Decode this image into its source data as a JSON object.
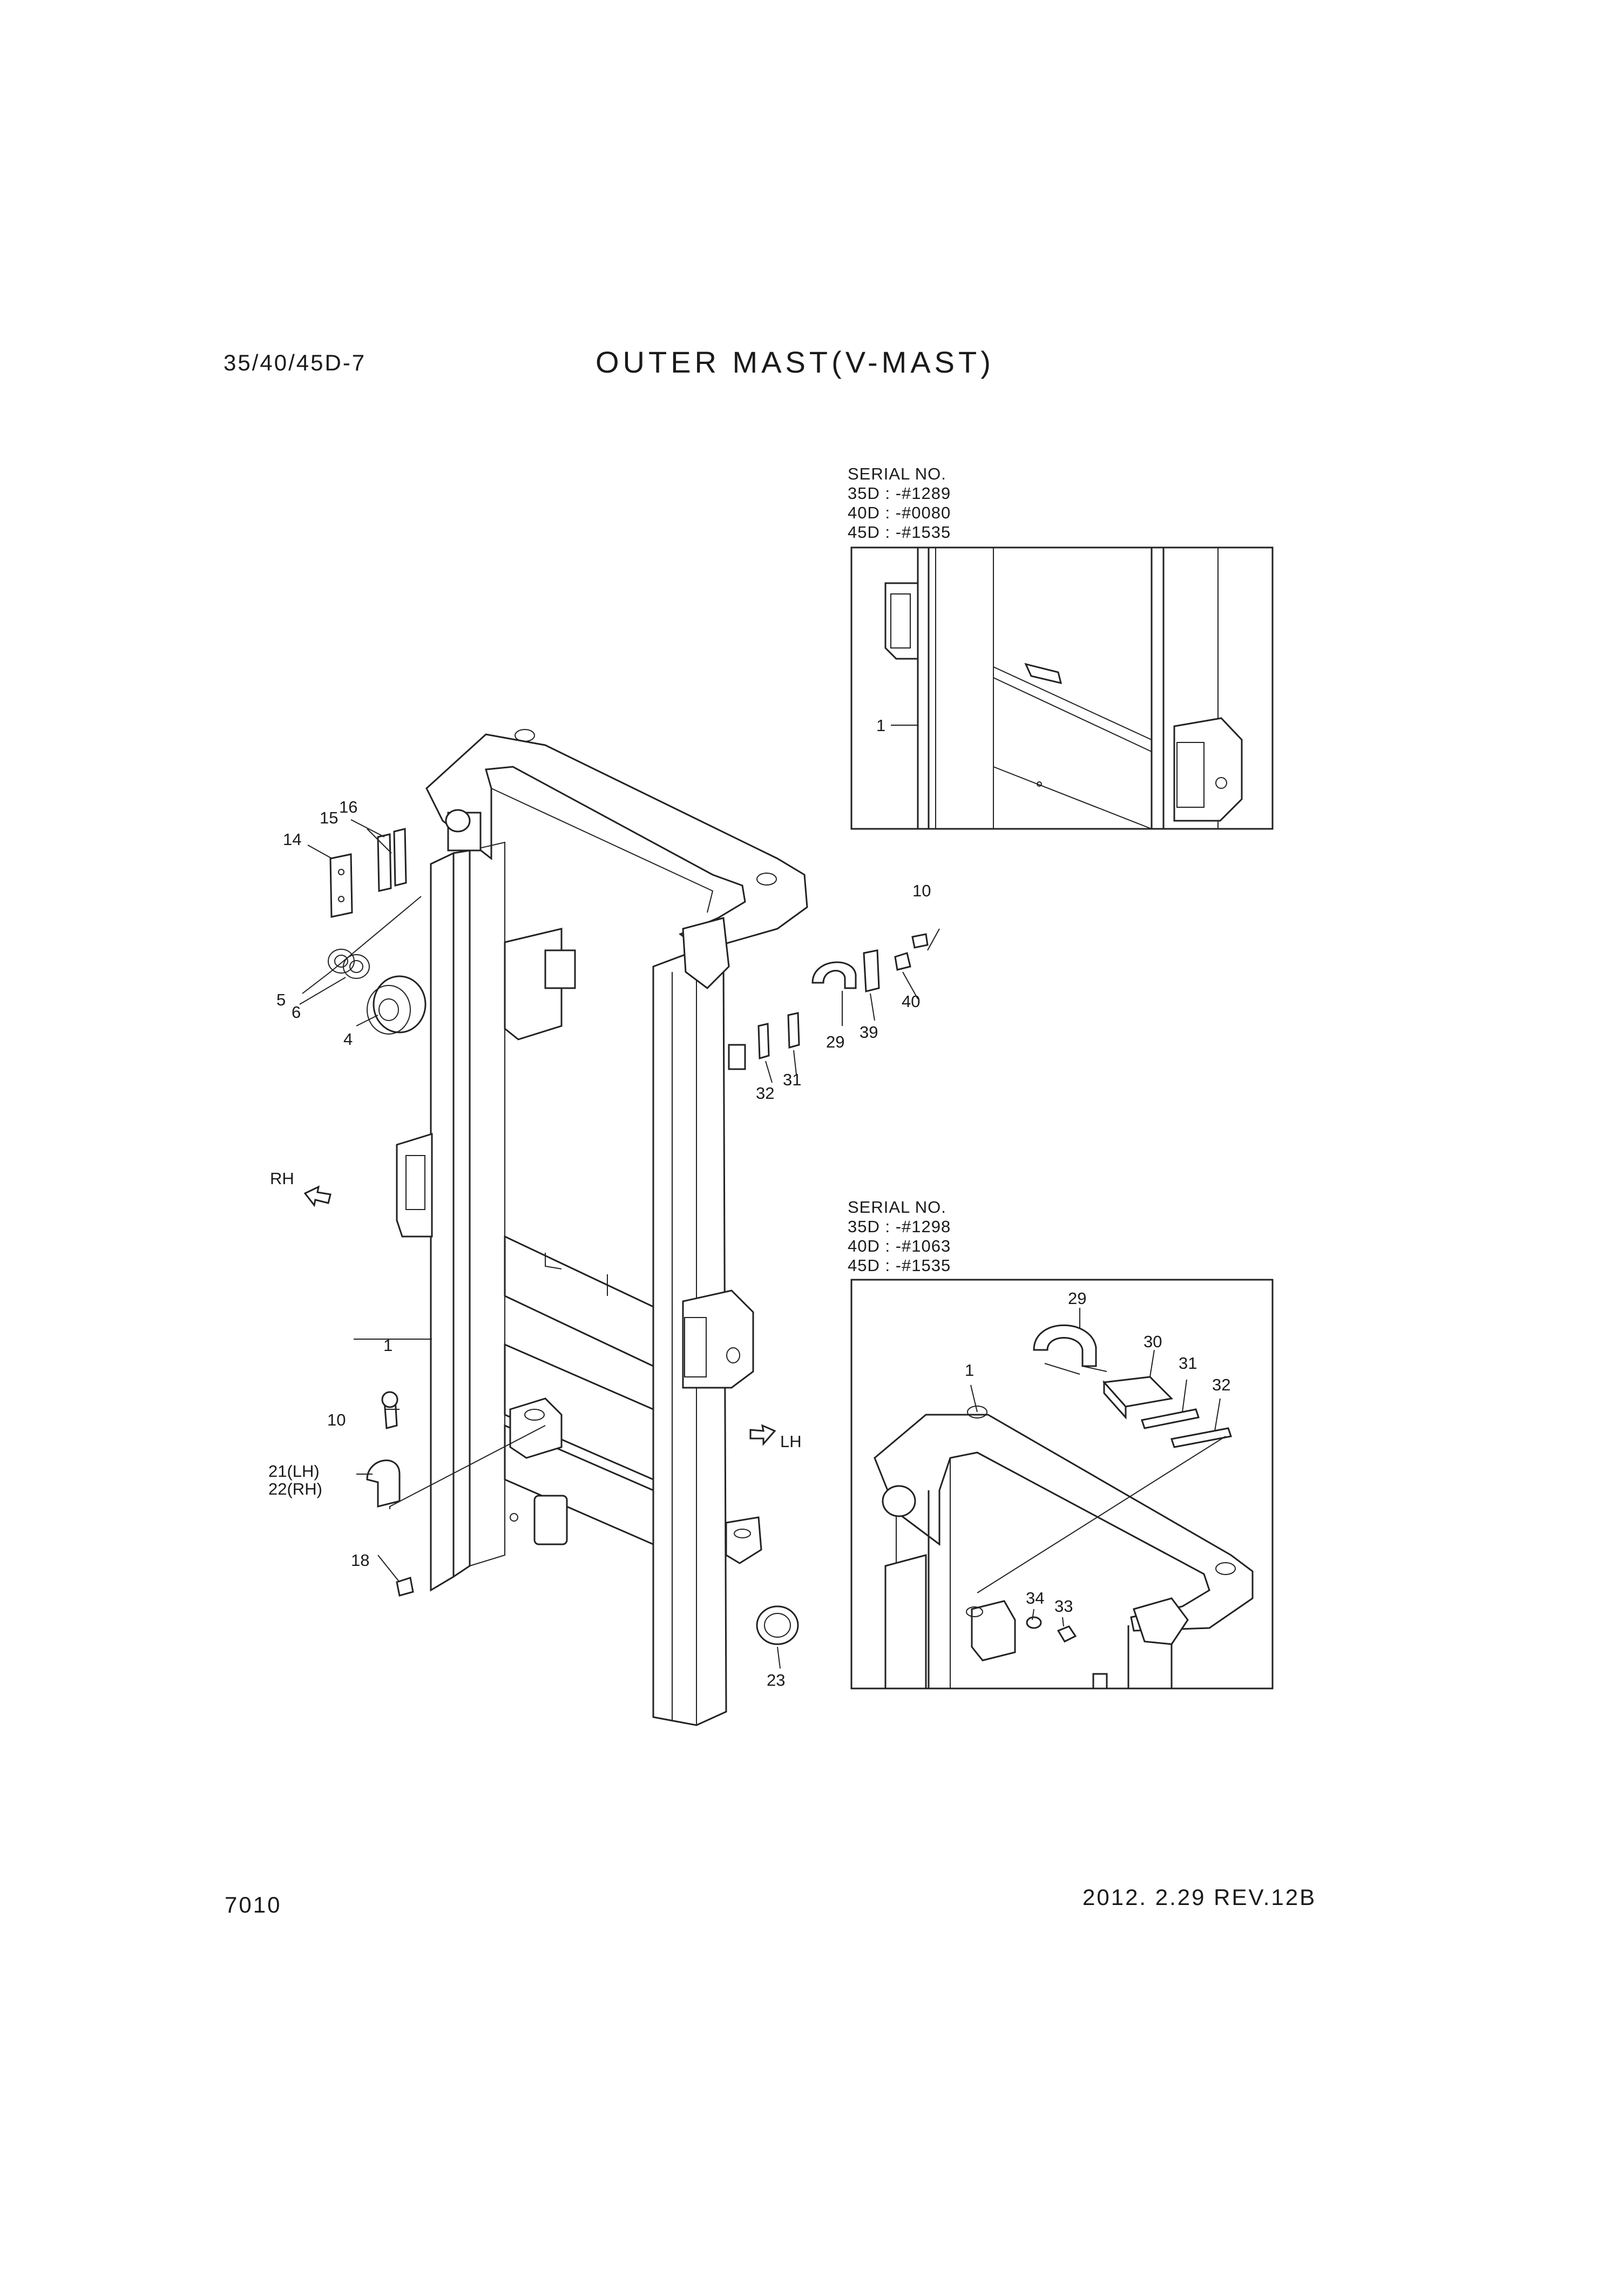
{
  "header": {
    "model": "35/40/45D-7",
    "title": "OUTER MAST(V-MAST)"
  },
  "footer": {
    "page_number": "7010",
    "revision": "2012. 2.29  REV.12B"
  },
  "inset_top": {
    "serial_lines": [
      "SERIAL NO.",
      "35D : -#1289",
      "40D : -#0080",
      "45D : -#1535"
    ],
    "labels": [
      "1"
    ]
  },
  "inset_bottom": {
    "serial_lines": [
      "SERIAL NO.",
      "35D : -#1298",
      "40D : -#1063",
      "45D : -#1535"
    ],
    "labels": [
      "29",
      "30",
      "31",
      "32",
      "1",
      "34",
      "33"
    ]
  },
  "main_labels": {
    "p16": "16",
    "p15": "15",
    "p14": "14",
    "p5": "5",
    "p6": "6",
    "p4": "4",
    "p10a": "10",
    "p40": "40",
    "p29": "29",
    "p39": "39",
    "p31": "31",
    "p32": "32",
    "rh": "RH",
    "lh": "LH",
    "p1": "1",
    "p10b": "10",
    "p21": "21(LH)",
    "p22": "22(RH)",
    "p18": "18",
    "p23": "23"
  }
}
